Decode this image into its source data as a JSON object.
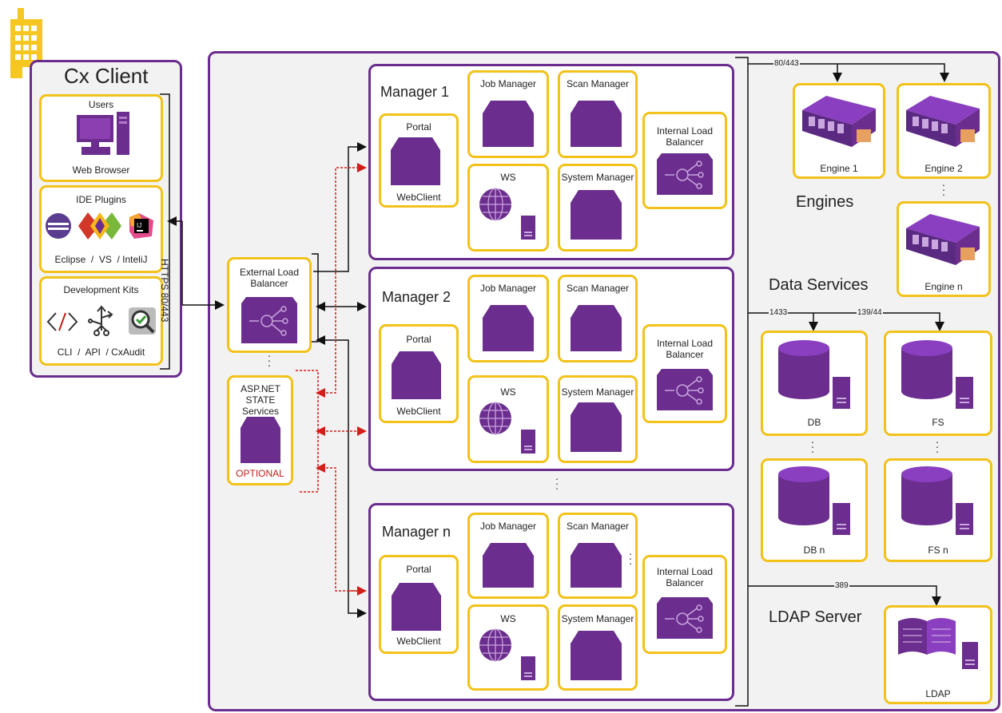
{
  "client": {
    "title": "Cx Client",
    "users": {
      "heading": "Users",
      "caption": "Web Browser"
    },
    "ide": {
      "heading": "IDE Plugins",
      "caption": "Eclipse  /  VS  / InteliJ"
    },
    "devkits": {
      "heading": "Development Kits",
      "caption": "CLI  /  API  / CxAudit"
    },
    "link_label": "HTTPS 80/443"
  },
  "elb": {
    "label": "External Load Balancer"
  },
  "asp": {
    "label": "ASP.NET STATE Services",
    "optional": "OPTIONAL"
  },
  "managers": [
    {
      "title": "Manager 1",
      "portal": "Portal",
      "webclient": "WebClient",
      "job": "Job Manager",
      "scan": "Scan Manager",
      "ws": "WS",
      "system": "System Manager",
      "ilb": "Internal Load Balancer"
    },
    {
      "title": "Manager 2",
      "portal": "Portal",
      "webclient": "WebClient",
      "job": "Job Manager",
      "scan": "Scan Manager",
      "ws": "WS",
      "system": "System Manager",
      "ilb": "Internal Load Balancer"
    },
    {
      "title": "Manager n",
      "portal": "Portal",
      "webclient": "WebClient",
      "job": "Job Manager",
      "scan": "Scan Manager",
      "ws": "WS",
      "system": "System Manager",
      "ilb": "Internal Load Balancer"
    }
  ],
  "engines": {
    "title": "Engines",
    "items": [
      "Engine 1",
      "Engine 2",
      "Engine n"
    ],
    "port": "80/443"
  },
  "data_services": {
    "title": "Data Services",
    "db": [
      "DB",
      "DB n"
    ],
    "fs": [
      "FS",
      "FS n"
    ],
    "db_port": "1433",
    "fs_port": "139/44"
  },
  "ldap": {
    "title": "LDAP Server",
    "label": "LDAP",
    "port": "389"
  },
  "colors": {
    "purple": "#6b2d8e",
    "yellow": "#f2c21a",
    "red": "#d0201a",
    "panel": "#f2f2f2"
  }
}
